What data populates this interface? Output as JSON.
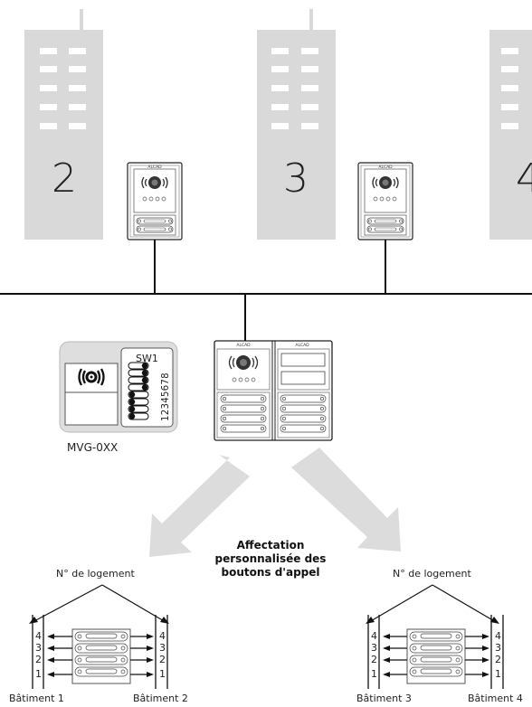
{
  "buildings": [
    {
      "number": "2"
    },
    {
      "number": "3"
    },
    {
      "number": "4"
    }
  ],
  "panel": {
    "brand": "ALCAD"
  },
  "module": {
    "sw_label": "SW1",
    "switch_numbers": "12345678",
    "model": "MVG-0XX"
  },
  "title": {
    "line1": "Affectation",
    "line2": "personnalisée des",
    "line3": "boutons d'appel"
  },
  "left_group": {
    "header": "N° de logement",
    "left_numbers": [
      "4",
      "3",
      "2",
      "1"
    ],
    "right_numbers": [
      "4",
      "3",
      "2",
      "1"
    ],
    "left_building": "Bâtiment 1",
    "right_building": "Bâtiment 2"
  },
  "right_group": {
    "header": "N° de logement",
    "left_numbers": [
      "4",
      "3",
      "2",
      "1"
    ],
    "right_numbers": [
      "4",
      "3",
      "2",
      "1"
    ],
    "left_building": "Bâtiment 3",
    "right_building": "Bâtiment 4"
  },
  "colors": {
    "building": "#d9d9d9",
    "arrow": "#dcdcdc",
    "line": "#111111"
  }
}
